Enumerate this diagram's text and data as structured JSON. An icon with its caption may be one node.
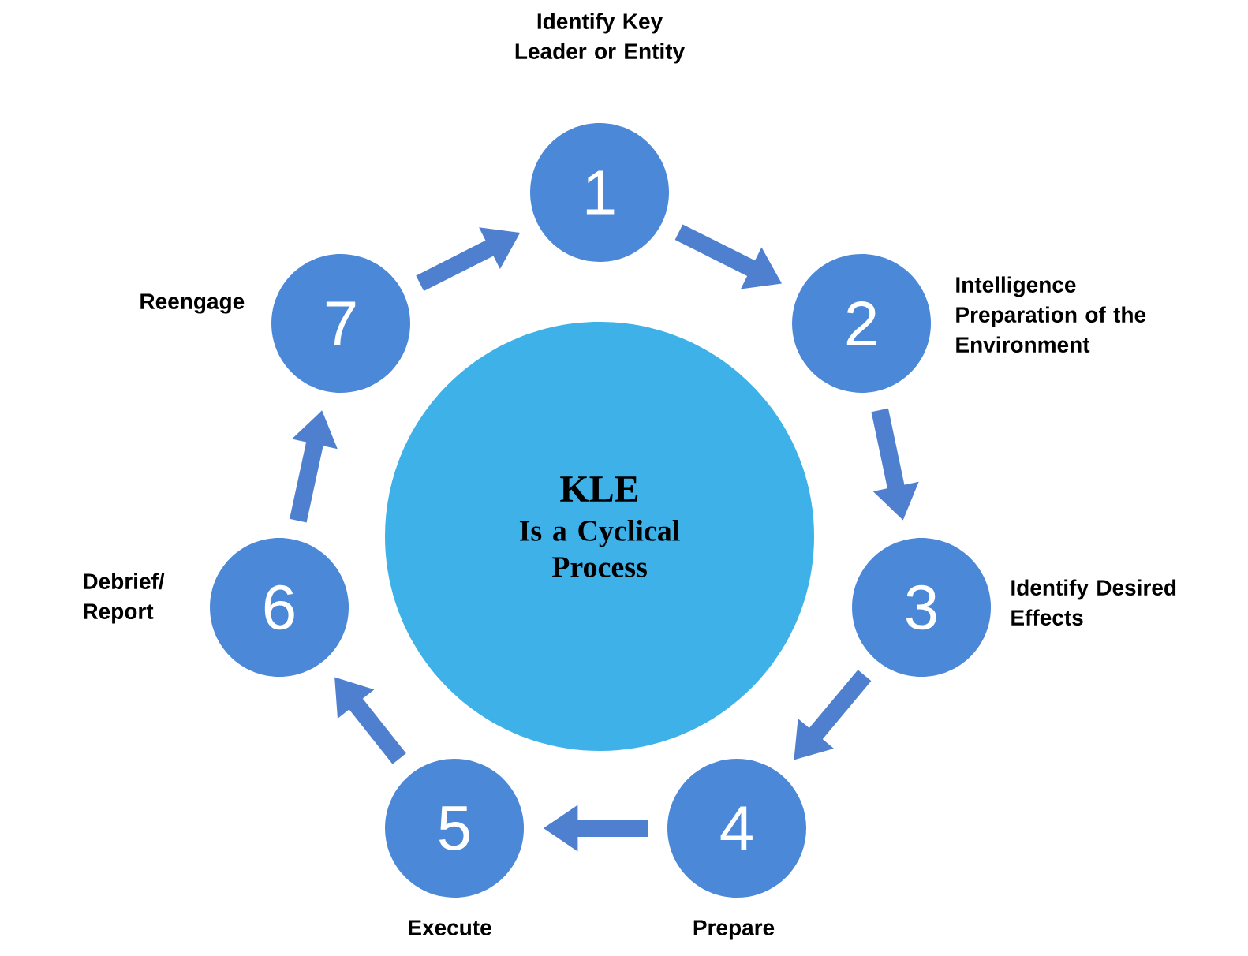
{
  "diagram": {
    "nodes": [
      {
        "text": [
          "KLE",
          "Is a Cyclical Process"
        ]
      },
      {
        "text": [
          "1"
        ],
        "beside": [
          "Identify Key Leader or Entity"
        ]
      },
      {
        "text": [
          "2"
        ],
        "beside": [
          "Intelligence Preparation of the Environment"
        ]
      },
      {
        "text": [
          "3"
        ],
        "beside": [
          "Identify Desired Effects"
        ]
      },
      {
        "text": [
          "4"
        ],
        "beside": [
          "Prepare"
        ]
      },
      {
        "text": [
          "5"
        ],
        "beside": [
          "Execute"
        ]
      },
      {
        "text": [
          "6"
        ],
        "beside": [
          "Debrief/ Report"
        ]
      },
      {
        "text": [
          "7"
        ],
        "beside": [
          "Reengage"
        ]
      }
    ],
    "edges": [
      {
        "from": 1,
        "to": 2,
        "arrow": "to"
      },
      {
        "from": 2,
        "to": 3,
        "arrow": "to"
      },
      {
        "from": 3,
        "to": 4,
        "arrow": "to"
      },
      {
        "from": 4,
        "to": 5,
        "arrow": "to"
      },
      {
        "from": 5,
        "to": 6,
        "arrow": "to"
      },
      {
        "from": 6,
        "to": 7,
        "arrow": "to"
      },
      {
        "from": 7,
        "to": 1,
        "arrow": "to"
      }
    ]
  }
}
